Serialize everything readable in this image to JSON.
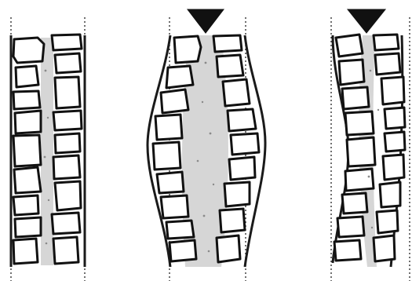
{
  "panels": [
    {
      "id": "stable-wall",
      "has_load": false,
      "deformation": "none"
    },
    {
      "id": "bulging-wall",
      "has_load": true,
      "deformation": "bulge-both-faces"
    },
    {
      "id": "leaning-wall",
      "has_load": true,
      "deformation": "bulge-left-face"
    }
  ],
  "colors": {
    "ink": "#111111",
    "infill": "#d6d6d6",
    "stone": "#ffffff",
    "background": "#ffffff"
  },
  "icons": {
    "load": "down-pointing-triangle"
  }
}
